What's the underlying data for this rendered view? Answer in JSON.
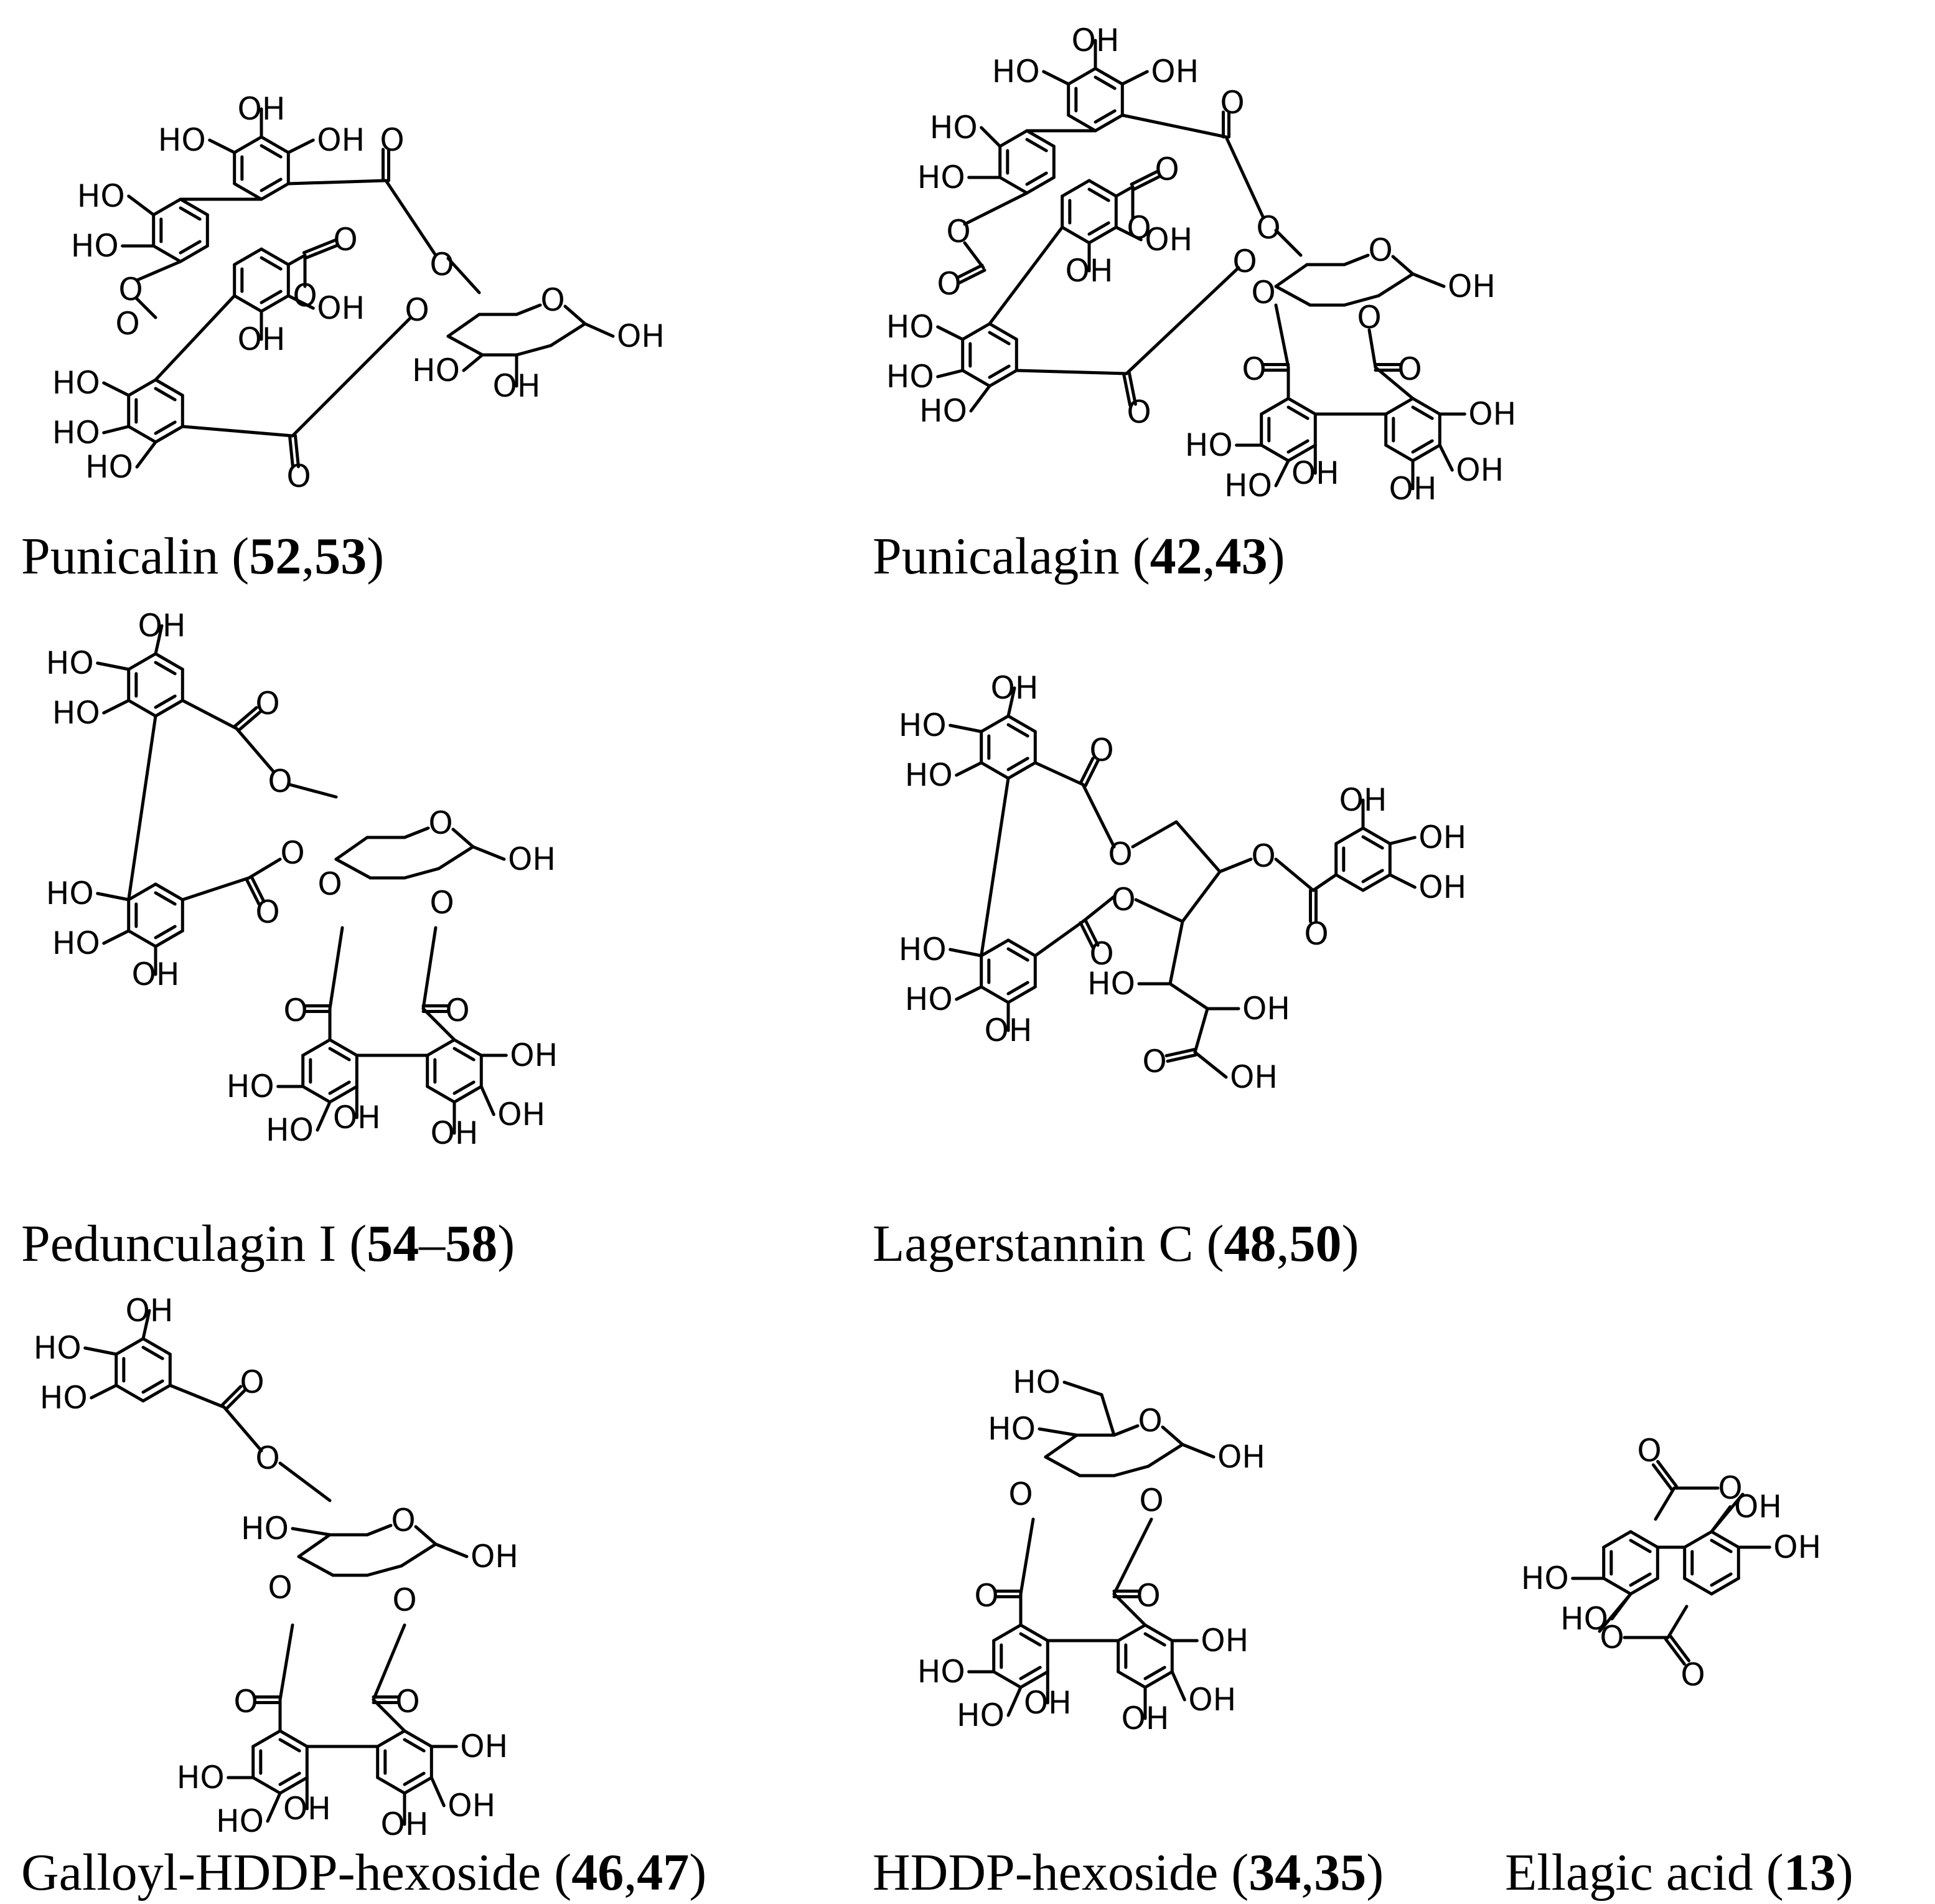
{
  "labels": {
    "oh": "OH",
    "ho": "HO",
    "o": "O"
  },
  "compounds": [
    {
      "name": "Punicalin",
      "refs": [
        "52",
        "53"
      ],
      "sep": ","
    },
    {
      "name": "Punicalagin",
      "refs": [
        "42",
        "43"
      ],
      "sep": ","
    },
    {
      "name": "Pedunculagin I",
      "refs": [
        "54",
        "58"
      ],
      "sep": "–"
    },
    {
      "name": "Lagerstannin C",
      "refs": [
        "48",
        "50"
      ],
      "sep": ","
    },
    {
      "name": "Galloyl-HDDP-hexoside",
      "refs": [
        "46",
        "47"
      ],
      "sep": ","
    },
    {
      "name": "HDDP-hexoside",
      "refs": [
        "34",
        "35"
      ],
      "sep": ","
    },
    {
      "name": "Ellagic acid",
      "refs": [
        "13"
      ],
      "sep": ""
    }
  ]
}
